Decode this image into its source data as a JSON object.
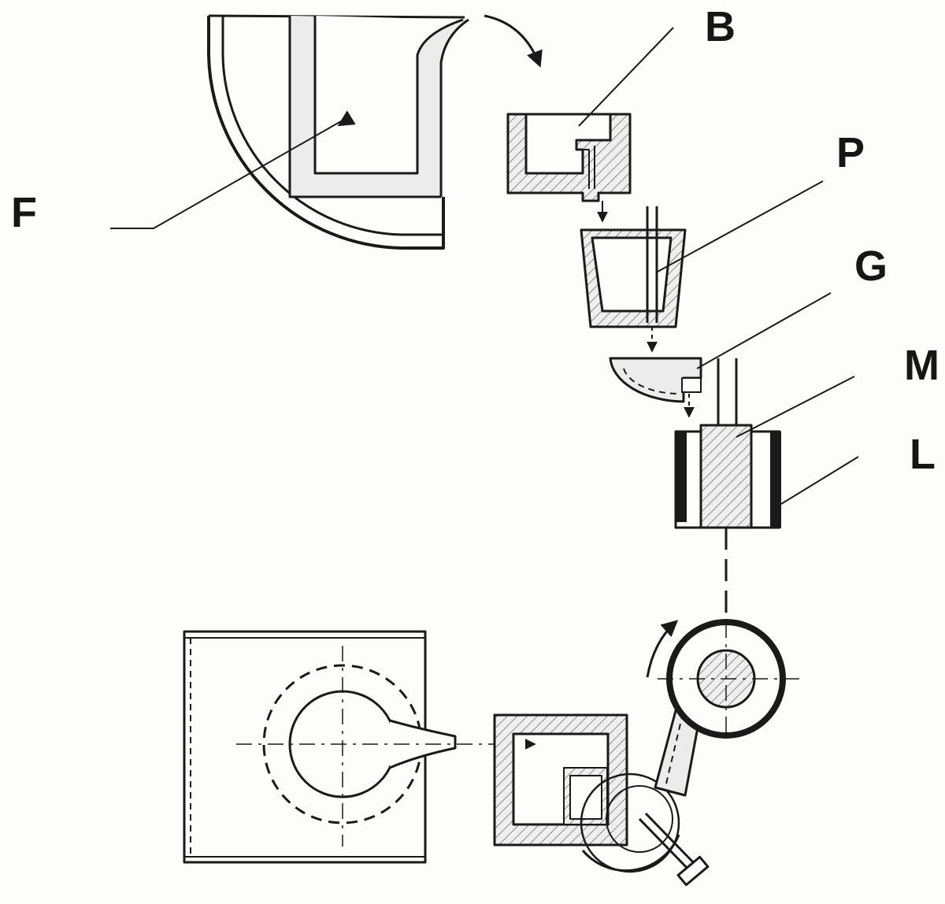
{
  "labels": {
    "F": "F",
    "B": "B",
    "P": "P",
    "G": "G",
    "M": "M",
    "L": "L"
  },
  "colors": {
    "ink": "#1a1a1a",
    "hatch": "#8a8a8a",
    "paper": "#fdfdfb",
    "fill": "#ececec"
  }
}
